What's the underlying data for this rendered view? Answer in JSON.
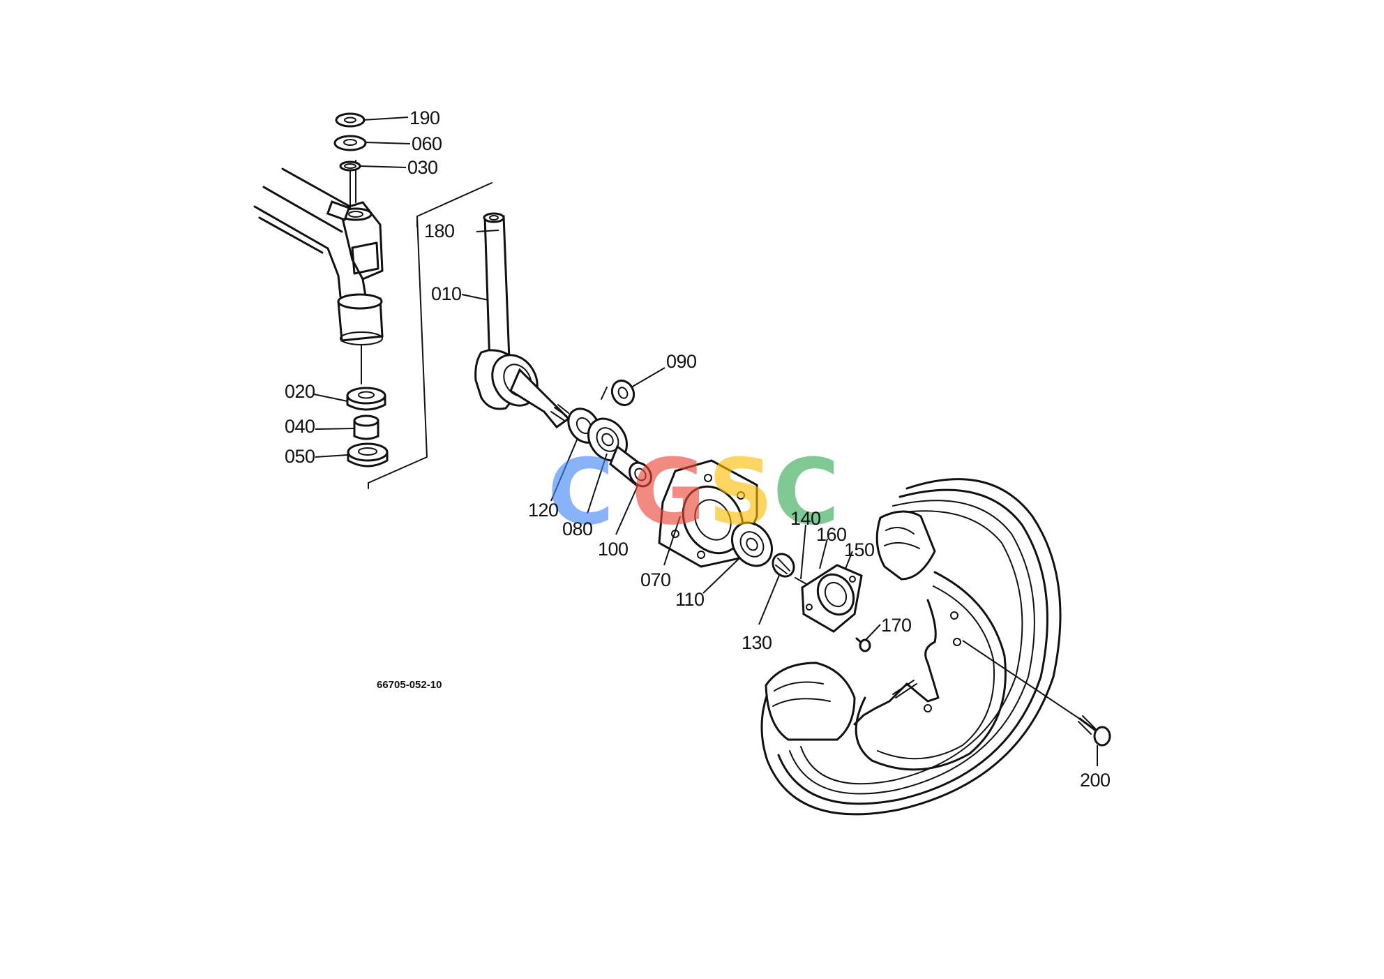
{
  "drawing_number": "66705-052-10",
  "watermark": {
    "letters": [
      "C",
      "G",
      "S",
      "C"
    ],
    "colors": [
      "#4285f4",
      "#ea4335",
      "#fbbc05",
      "#34a853"
    ]
  },
  "parts": {
    "p010": "010",
    "p020": "020",
    "p030": "030",
    "p040": "040",
    "p050": "050",
    "p060": "060",
    "p070": "070",
    "p080": "080",
    "p090": "090",
    "p100": "100",
    "p110": "110",
    "p120": "120",
    "p130": "130",
    "p140": "140",
    "p150": "150",
    "p160": "160",
    "p170": "170",
    "p180": "180",
    "p190": "190",
    "p200": "200"
  }
}
